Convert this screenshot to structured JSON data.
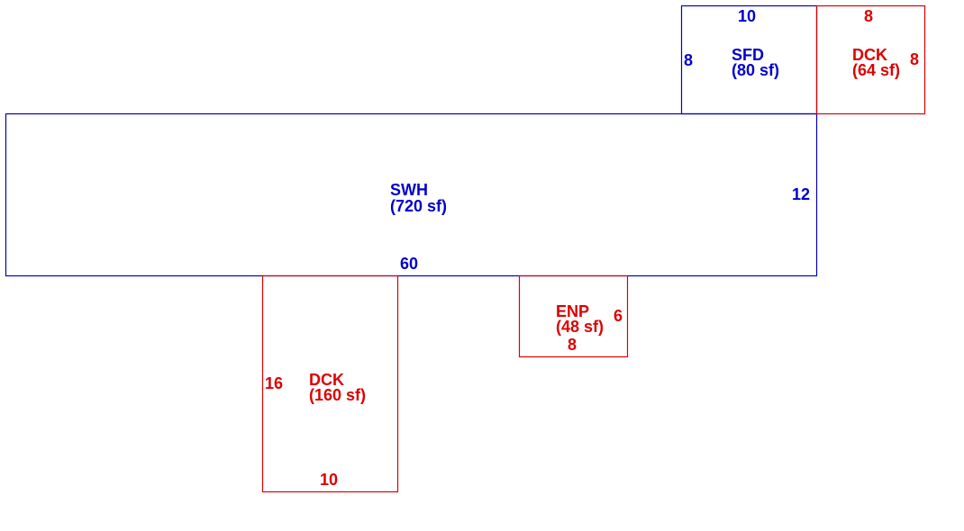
{
  "colors": {
    "living": "#0000cc",
    "exterior": "#dd0000"
  },
  "areas": [
    {
      "id": "swh",
      "code": "SWH",
      "area_text": "(720 sf)",
      "color_key": "living",
      "dims": {
        "bottom": "60",
        "right": "12"
      }
    },
    {
      "id": "sfd",
      "code": "SFD",
      "area_text": "(80 sf)",
      "color_key": "living",
      "dims": {
        "top": "10",
        "left": "8"
      }
    },
    {
      "id": "dck_top",
      "code": "DCK",
      "area_text": "(64 sf)",
      "color_key": "exterior",
      "dims": {
        "top": "8",
        "right": "8"
      }
    },
    {
      "id": "enp",
      "code": "ENP",
      "area_text": "(48 sf)",
      "color_key": "exterior",
      "dims": {
        "right": "6",
        "bottom": "8"
      }
    },
    {
      "id": "dck_bottom",
      "code": "DCK",
      "area_text": "(160 sf)",
      "color_key": "exterior",
      "dims": {
        "left": "16",
        "bottom": "10"
      }
    }
  ]
}
